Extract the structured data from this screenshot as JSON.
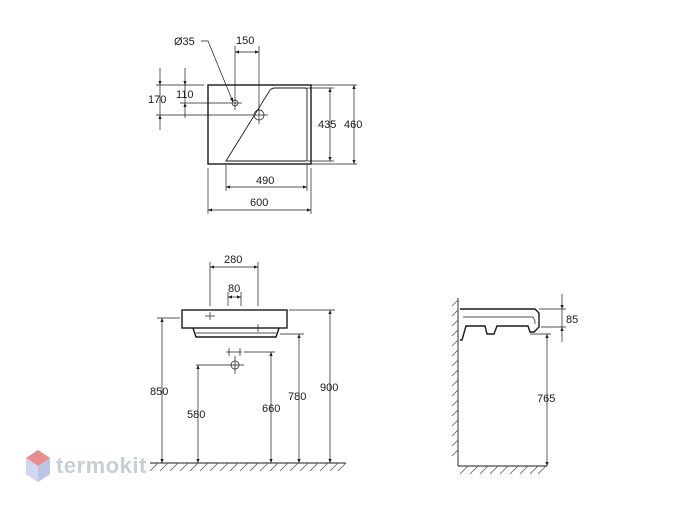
{
  "brand": {
    "watermark_text": "termokit"
  },
  "top_view": {
    "hole_diameter": "Ø35",
    "tap_offset": "150",
    "depth_170": "170",
    "depth_110": "110",
    "inner_depth": "435",
    "outer_depth": "460",
    "inner_width": "490",
    "outer_width": "600"
  },
  "front_view": {
    "width_280": "280",
    "width_80": "80",
    "h_850": "850",
    "h_580": "580",
    "h_660": "660",
    "h_780": "780",
    "h_900": "900"
  },
  "side_view": {
    "thickness": "85",
    "h_765": "765"
  },
  "colors": {
    "line": "#1a1a1a",
    "watermark": "#c9ced3"
  }
}
